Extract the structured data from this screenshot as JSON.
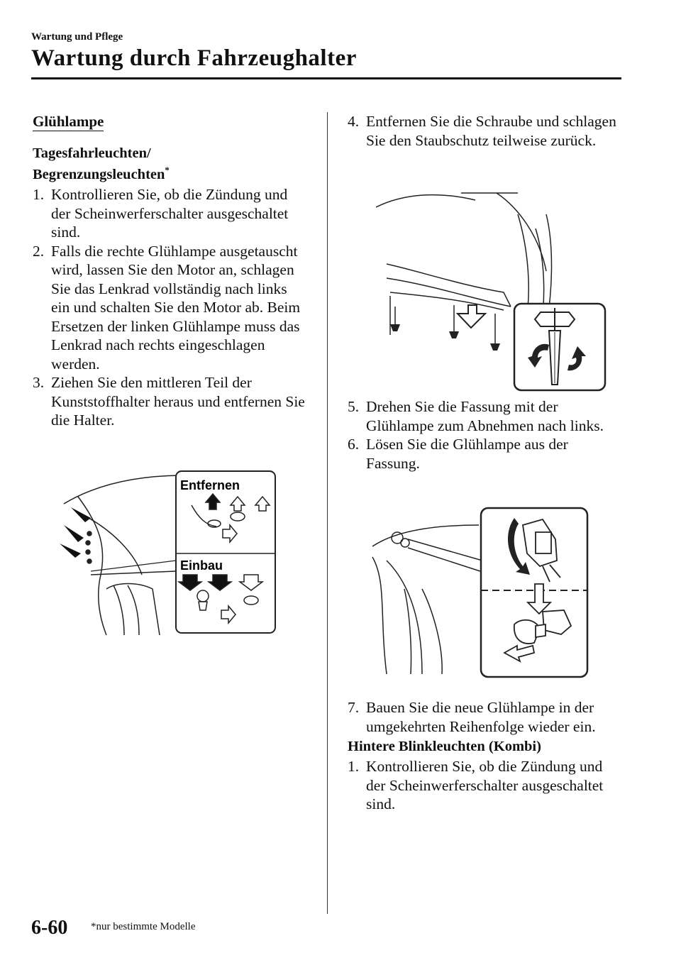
{
  "header": {
    "section": "Wartung und Pflege",
    "title": "Wartung durch Fahrzeughalter"
  },
  "left": {
    "heading": "Glühlampe",
    "subheading_line1": "Tagesfahrleuchten/",
    "subheading_line2": "Begrenzungsleuchten",
    "subheading_mark": "*",
    "steps": [
      {
        "num": "1.",
        "text": "Kontrollieren Sie, ob die Zündung und der Scheinwerferschalter ausgeschaltet sind."
      },
      {
        "num": "2.",
        "text": "Falls die rechte Glühlampe ausgetauscht wird, lassen Sie den Motor an, schlagen Sie das Lenkrad vollständig nach links ein und schalten Sie den Motor ab. Beim Ersetzen der linken Glühlampe muss das Lenkrad nach rechts eingeschlagen werden."
      },
      {
        "num": "3.",
        "text": "Ziehen Sie den mittleren Teil der Kunststoffhalter heraus und entfernen Sie die Halter."
      }
    ],
    "figure_labels": {
      "remove": "Entfernen",
      "install": "Einbau"
    }
  },
  "right": {
    "step4": {
      "num": "4.",
      "text": "Entfernen Sie die Schraube und schlagen Sie den Staubschutz teilweise zurück."
    },
    "step5": {
      "num": "5.",
      "text": "Drehen Sie die Fassung mit der Glühlampe zum Abnehmen nach links."
    },
    "step6": {
      "num": "6.",
      "text": "Lösen Sie die Glühlampe aus der Fassung."
    },
    "step7": {
      "num": "7.",
      "text": "Bauen Sie die neue Glühlampe in der umgekehrten Reihenfolge wieder ein."
    },
    "subheading2": "Hintere Blinkleuchten (Kombi)",
    "step8": {
      "num": "1.",
      "text": "Kontrollieren Sie, ob die Zündung und der Scheinwerferschalter ausgeschaltet sind."
    }
  },
  "footer": {
    "page_number": "6-60",
    "footnote": "*nur bestimmte Modelle"
  }
}
